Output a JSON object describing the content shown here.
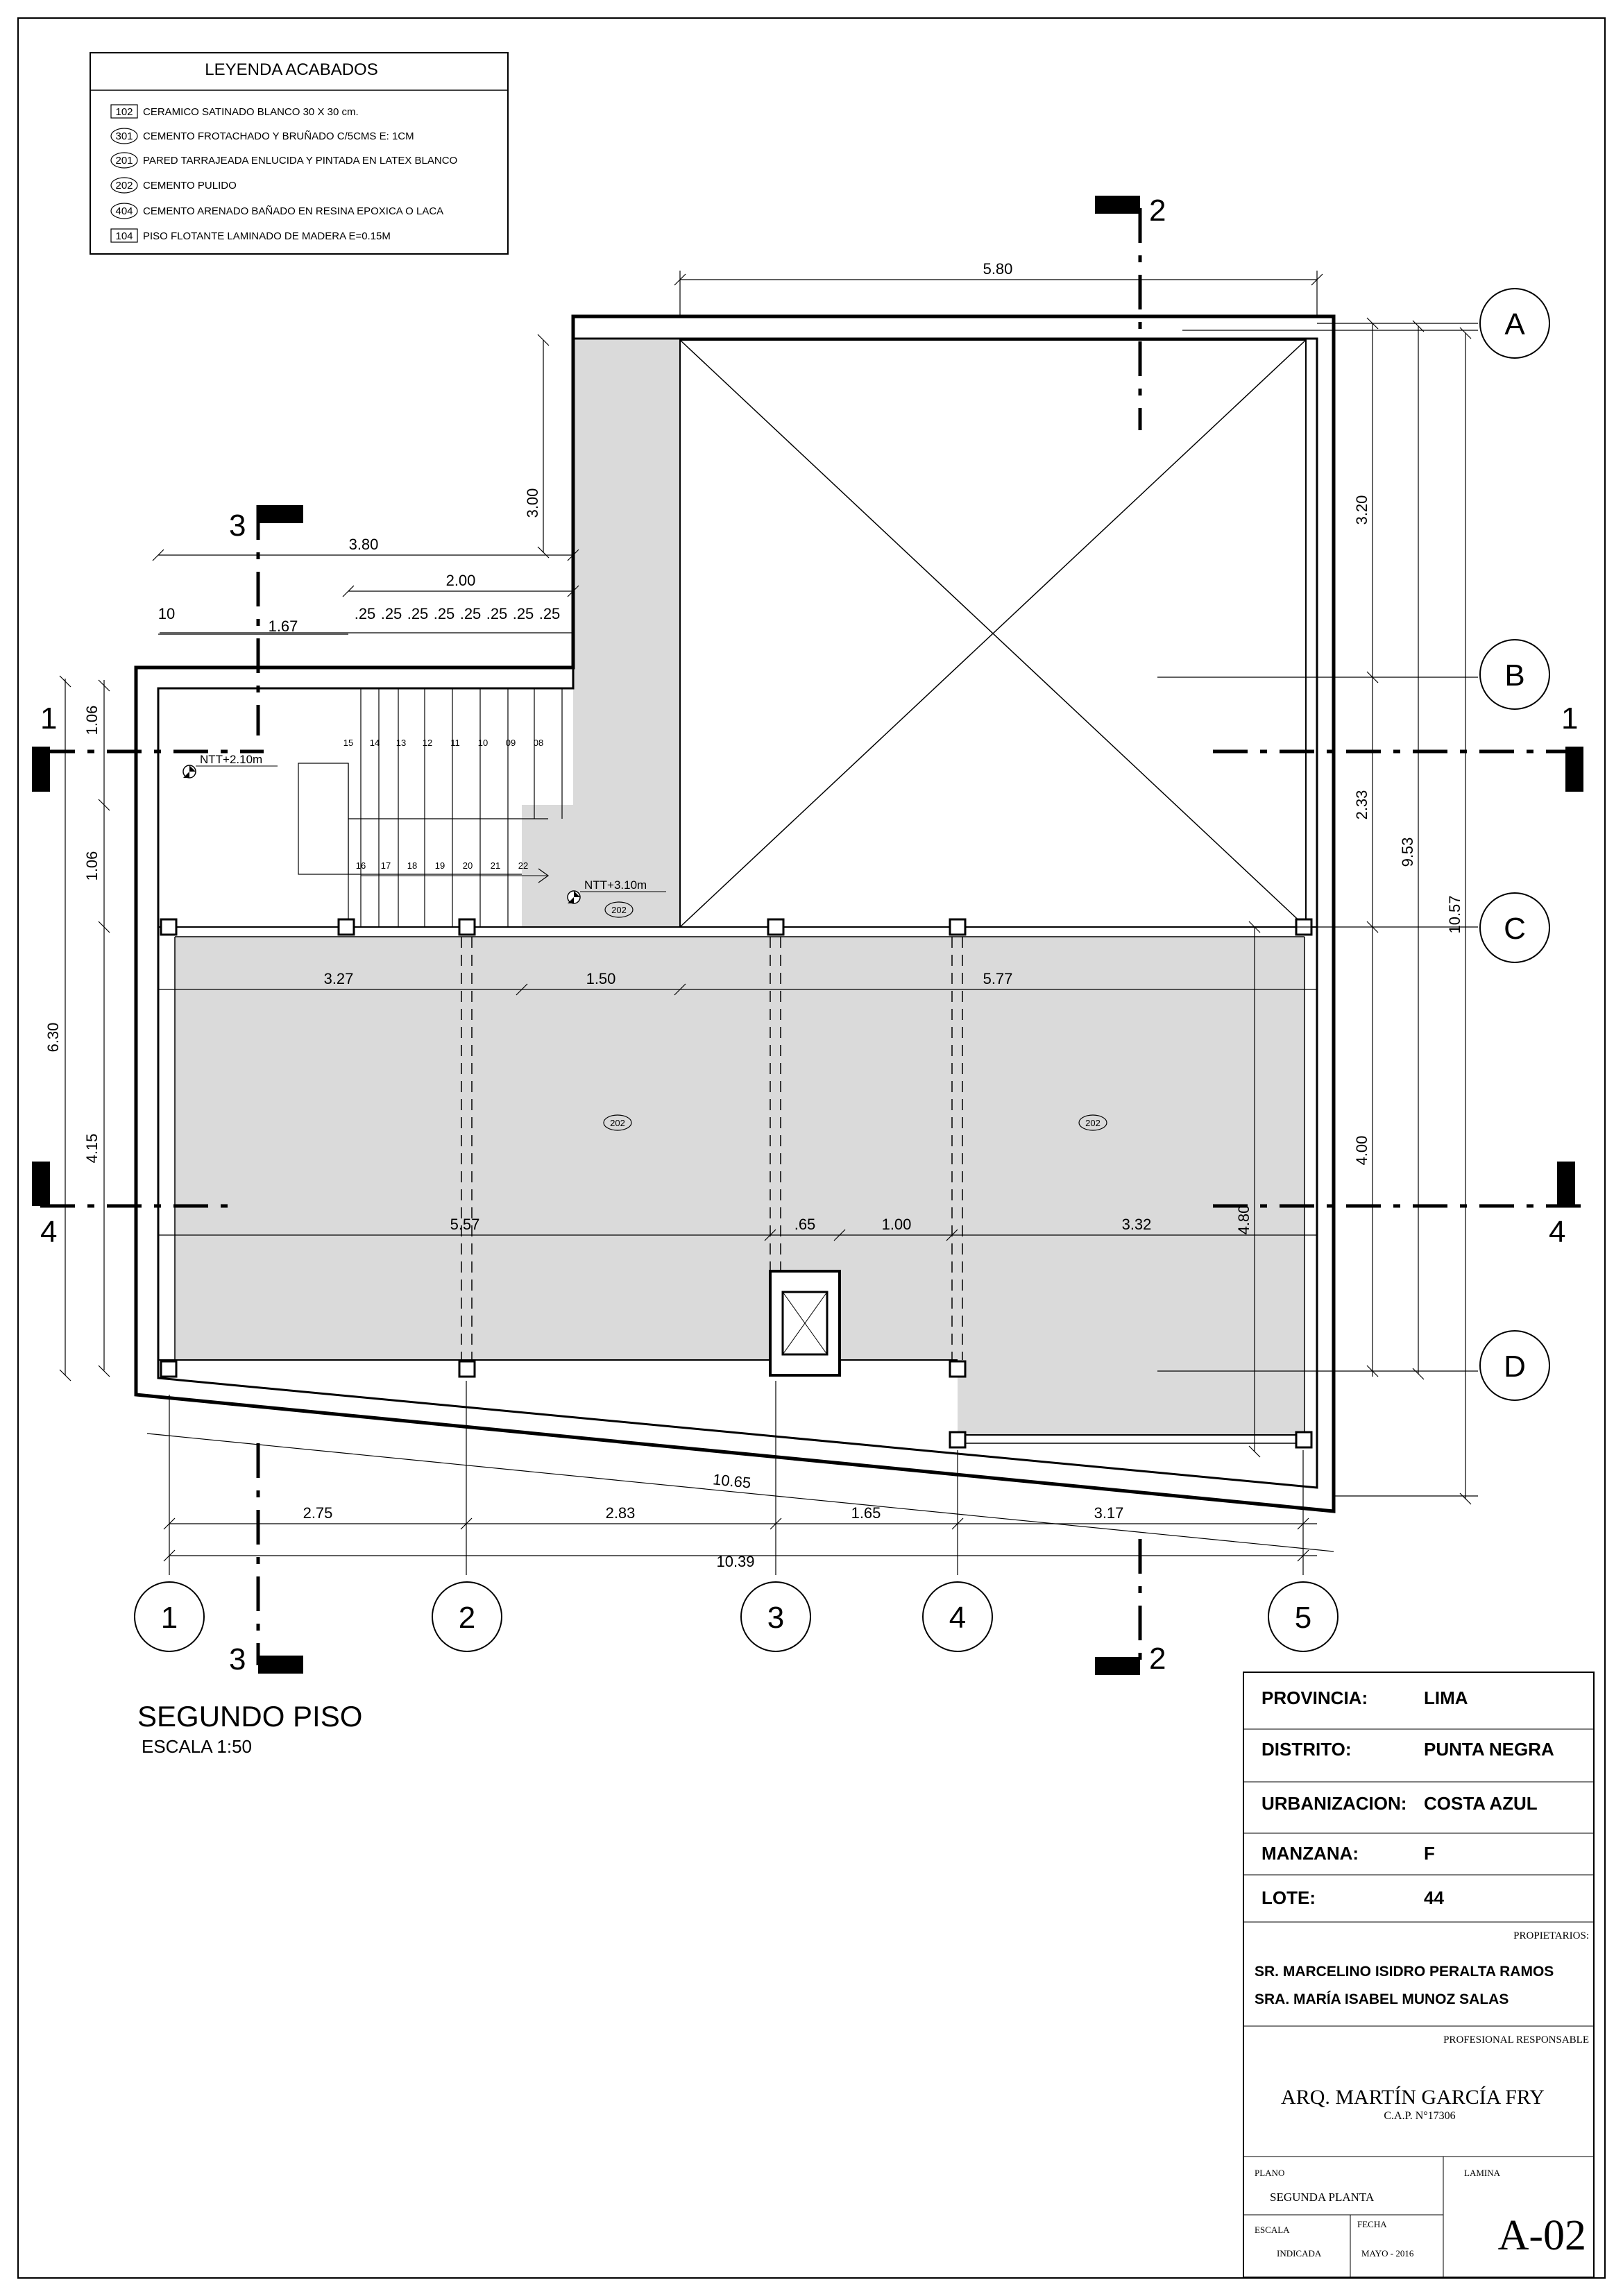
{
  "legend": {
    "title": "LEYENDA ACABADOS",
    "items": [
      {
        "code": "102",
        "text": "CERAMICO SATINADO BLANCO 30 X 30 cm."
      },
      {
        "code": "301",
        "text": "CEMENTO FROTACHADO Y BRUÑADO C/5CMS E: 1CM"
      },
      {
        "code": "201",
        "text": "PARED TARRAJEADA ENLUCIDA Y PINTADA EN LATEX BLANCO"
      },
      {
        "code": "202",
        "text": "CEMENTO PULIDO"
      },
      {
        "code": "404",
        "text": "CEMENTO ARENADO BAÑADO EN RESINA EPOXICA O LACA"
      },
      {
        "code": "104",
        "text": "PISO FLOTANTE LAMINADO DE MADERA E=0.15M"
      }
    ]
  },
  "axes_letters": [
    "A",
    "B",
    "C",
    "D"
  ],
  "axes_numbers": [
    "1",
    "2",
    "3",
    "4",
    "5"
  ],
  "cuts": {
    "c1": "1",
    "c2": "2",
    "c3": "3",
    "c4": "4"
  },
  "dimensions": {
    "top_width": "5.80",
    "d3_00": "3.00",
    "d3_80": "3.80",
    "d2_00": "2.00",
    "steps": [
      ".25",
      ".25",
      ".25",
      ".25",
      ".25",
      ".25",
      ".25",
      ".25"
    ],
    "d_10": "10",
    "d1_67": "1.67",
    "d1_06a": "1.06",
    "d1_06b": "1.06",
    "d6_30": "6.30",
    "d4_15": "4.15",
    "d3_27": "3.27",
    "d1_50": "1.50",
    "d5_77": "5.77",
    "d5_57": "5.57",
    "d_65": ".65",
    "d1_00": "1.00",
    "d3_32": "3.32",
    "d4_80": "4.80",
    "d3_20": "3.20",
    "d2_33": "2.33",
    "d4_00": "4.00",
    "d9_53": "9.53",
    "d10_57": "10.57",
    "d10_65": "10.65",
    "d2_75": "2.75",
    "d2_83": "2.83",
    "d1_65": "1.65",
    "d3_17": "3.17",
    "d10_39": "10.39"
  },
  "levels": {
    "ntt1": "NTT+2.10m",
    "ntt2": "NTT+3.10m"
  },
  "finish_tags": {
    "t1": "202",
    "t2": "202",
    "t3": "202"
  },
  "stair_numbers_top": [
    "15",
    "14",
    "13",
    "12",
    "11",
    "10",
    "09",
    "08"
  ],
  "stair_numbers_bottom": [
    "16",
    "17",
    "18",
    "19",
    "20",
    "21",
    "22"
  ],
  "plan_title": "SEGUNDO PISO",
  "plan_scale": "ESCALA 1:50",
  "title_block": {
    "provincia_label": "PROVINCIA:",
    "provincia": "LIMA",
    "distrito_label": "DISTRITO:",
    "distrito": "PUNTA NEGRA",
    "urbanizacion_label": "URBANIZACION:",
    "urbanizacion": "COSTA AZUL",
    "manzana_label": "MANZANA:",
    "manzana": "F",
    "lote_label": "LOTE:",
    "lote": "44",
    "propietarios_label": "PROPIETARIOS:",
    "owner1": "SR. MARCELINO ISIDRO PERALTA RAMOS",
    "owner2": "SRA. MARÍA ISABEL MUNOZ SALAS",
    "profesional_label": "PROFESIONAL RESPONSABLE",
    "architect": "ARQ. MARTÍN GARCÍA FRY",
    "cap": "C.A.P. N°17306",
    "plano_label": "PLANO",
    "plano": "SEGUNDA PLANTA",
    "lamina_label": "LAMINA",
    "lamina": "A-02",
    "escala_label": "ESCALA",
    "escala": "INDICADA",
    "fecha_label": "FECHA",
    "fecha": "MAYO - 2016"
  }
}
